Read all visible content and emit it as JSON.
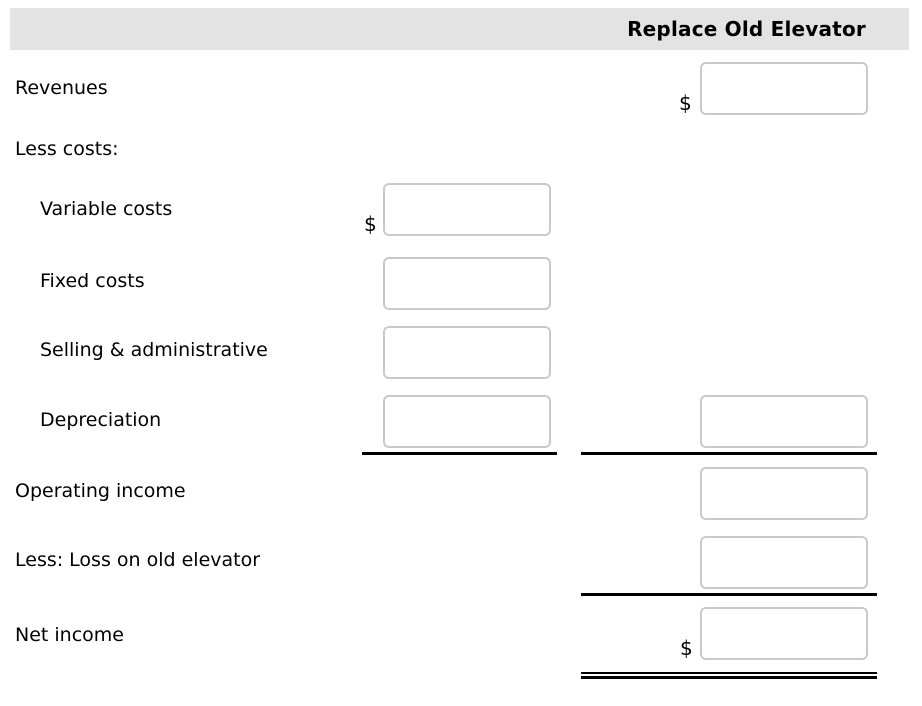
{
  "header": {
    "column_title": "Replace Old Elevator"
  },
  "currency_symbol": "$",
  "rows": {
    "revenues": {
      "label": "Revenues",
      "value": ""
    },
    "less_costs": {
      "label": "Less costs:"
    },
    "variable_costs": {
      "label": "Variable costs",
      "value": ""
    },
    "fixed_costs": {
      "label": "Fixed costs",
      "value": ""
    },
    "selling_administrative": {
      "label": "Selling & administrative",
      "value": ""
    },
    "depreciation": {
      "label": "Depreciation",
      "middle_value": "",
      "right_value": ""
    },
    "operating_income": {
      "label": "Operating income",
      "value": ""
    },
    "loss_on_old_elevator": {
      "label": "Less: Loss on old elevator",
      "value": ""
    },
    "net_income": {
      "label": "Net income",
      "value": ""
    }
  },
  "colors": {
    "header_background": "#e3e3e3",
    "input_border": "#c9c9c9",
    "text": "#000000",
    "rule": "#000000"
  }
}
